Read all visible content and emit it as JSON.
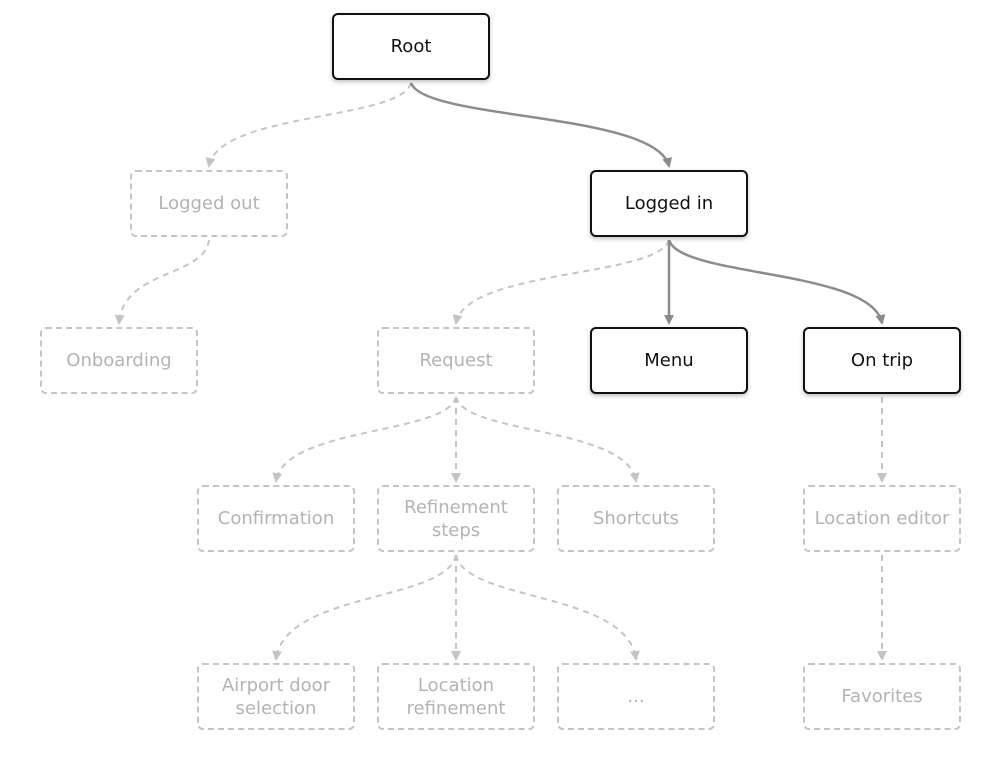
{
  "diagram": {
    "colors": {
      "active_border": "#111111",
      "active_edge": "#8c8c8c",
      "inactive": "#c4c4c4",
      "inactive_text": "#b3b3b3"
    },
    "nodes": {
      "root": {
        "label": "Root",
        "state": "active"
      },
      "logged_out": {
        "label": "Logged out",
        "state": "inactive"
      },
      "logged_in": {
        "label": "Logged in",
        "state": "active"
      },
      "onboarding": {
        "label": "Onboarding",
        "state": "inactive"
      },
      "request": {
        "label": "Request",
        "state": "inactive"
      },
      "menu": {
        "label": "Menu",
        "state": "active"
      },
      "on_trip": {
        "label": "On trip",
        "state": "active"
      },
      "confirmation": {
        "label": "Confirmation",
        "state": "inactive"
      },
      "refinement_steps": {
        "label": "Refinement\nsteps",
        "state": "inactive"
      },
      "shortcuts": {
        "label": "Shortcuts",
        "state": "inactive"
      },
      "location_editor": {
        "label": "Location editor",
        "state": "inactive"
      },
      "airport_door_selection": {
        "label": "Airport door\nselection",
        "state": "inactive"
      },
      "location_refinement": {
        "label": "Location\nrefinement",
        "state": "inactive"
      },
      "more": {
        "label": "...",
        "state": "inactive"
      },
      "favorites": {
        "label": "Favorites",
        "state": "inactive"
      }
    },
    "edges": [
      {
        "from": "root",
        "to": "logged_out",
        "state": "inactive"
      },
      {
        "from": "root",
        "to": "logged_in",
        "state": "active"
      },
      {
        "from": "logged_out",
        "to": "onboarding",
        "state": "inactive"
      },
      {
        "from": "logged_in",
        "to": "request",
        "state": "inactive"
      },
      {
        "from": "logged_in",
        "to": "menu",
        "state": "active"
      },
      {
        "from": "logged_in",
        "to": "on_trip",
        "state": "active"
      },
      {
        "from": "request",
        "to": "confirmation",
        "state": "inactive"
      },
      {
        "from": "request",
        "to": "refinement_steps",
        "state": "inactive"
      },
      {
        "from": "request",
        "to": "shortcuts",
        "state": "inactive"
      },
      {
        "from": "on_trip",
        "to": "location_editor",
        "state": "inactive"
      },
      {
        "from": "refinement_steps",
        "to": "airport_door_selection",
        "state": "inactive"
      },
      {
        "from": "refinement_steps",
        "to": "location_refinement",
        "state": "inactive"
      },
      {
        "from": "refinement_steps",
        "to": "more",
        "state": "inactive"
      },
      {
        "from": "location_editor",
        "to": "favorites",
        "state": "inactive"
      }
    ]
  }
}
